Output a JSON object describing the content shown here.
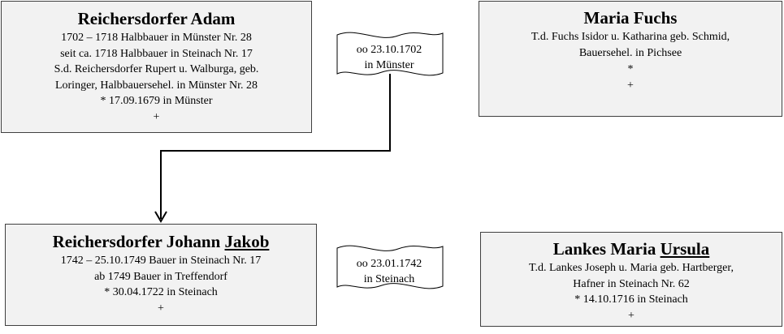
{
  "persons": {
    "adam": {
      "name": "Reichersdorfer Adam",
      "lines": [
        "1702 – 1718 Halbbauer in Münster Nr. 28",
        "seit ca. 1718 Halbbauer in Steinach Nr. 17",
        "S.d. Reichersdorfer Rupert u. Walburga, geb.",
        "Loringer, Halbbauersehel. in Münster Nr. 28",
        "* 17.09.1679 in Münster",
        "+"
      ]
    },
    "maria": {
      "name": "Maria Fuchs",
      "lines": [
        "T.d. Fuchs Isidor u. Katharina geb. Schmid,",
        "Bauersehel. in Pichsee",
        "*",
        "+"
      ]
    },
    "jakob": {
      "name_prefix": "Reichersdorfer Johann ",
      "name_underlined": "Jakob",
      "lines": [
        "1742 – 25.10.1749 Bauer in Steinach Nr. 17",
        "ab 1749 Bauer in Treffendorf",
        "* 30.04.1722 in Steinach",
        "+"
      ]
    },
    "ursula": {
      "name_prefix": "Lankes Maria ",
      "name_underlined": "Ursula",
      "lines": [
        "T.d. Lankes Joseph u. Maria geb. Hartberger,",
        "Hafner in Steinach Nr. 62",
        "* 14.10.1716 in Steinach",
        "+"
      ]
    }
  },
  "marriages": {
    "first": {
      "date": "oo 23.10.1702",
      "place": "in Münster"
    },
    "second": {
      "date": "oo 23.01.1742",
      "place": "in Steinach"
    }
  }
}
